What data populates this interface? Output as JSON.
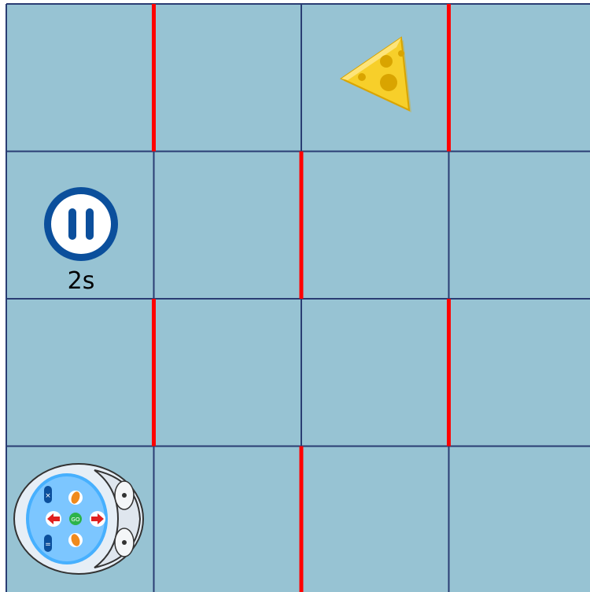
{
  "board": {
    "rows": 4,
    "cols": 4,
    "colors": {
      "tile": "#97c3d3",
      "grid_line": "#2a3d73",
      "wall": "#ff0000"
    },
    "walls": [
      {
        "orientation": "vertical",
        "line": 1,
        "cell": 0
      },
      {
        "orientation": "vertical",
        "line": 3,
        "cell": 0
      },
      {
        "orientation": "vertical",
        "line": 2,
        "cell": 1
      },
      {
        "orientation": "vertical",
        "line": 1,
        "cell": 2
      },
      {
        "orientation": "vertical",
        "line": 3,
        "cell": 2
      },
      {
        "orientation": "vertical",
        "line": 2,
        "cell": 3
      }
    ]
  },
  "pause_tile": {
    "row": 1,
    "col": 0,
    "icon": "pause-icon",
    "color": "#0b4f9c",
    "label": "2s"
  },
  "cheese": {
    "row": 0,
    "col": 2,
    "icon": "cheese-icon",
    "color": "#f5c518"
  },
  "robot_mouse": {
    "row": 3,
    "col": 0,
    "icon": "robot-mouse-icon",
    "facing": "right",
    "buttons": {
      "go": "GO",
      "clear": "×",
      "pause": "="
    }
  }
}
